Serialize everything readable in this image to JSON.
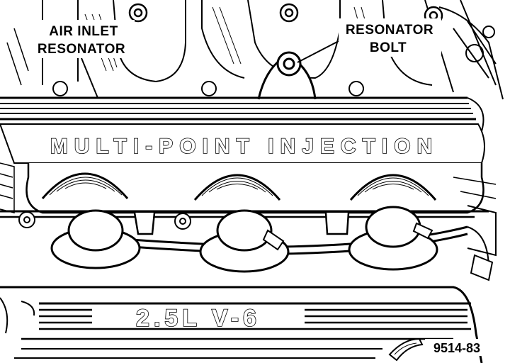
{
  "callouts": {
    "air_inlet_resonator_line1": "AIR INLET",
    "air_inlet_resonator_line2": "RESONATOR",
    "resonator_bolt_line1": "RESONATOR",
    "resonator_bolt_line2": "BOLT"
  },
  "embossed_text": {
    "manifold_cover": "MULTI-POINT INJECTION",
    "engine_cover": "2.5L V-6"
  },
  "figure_number": "9514-83"
}
